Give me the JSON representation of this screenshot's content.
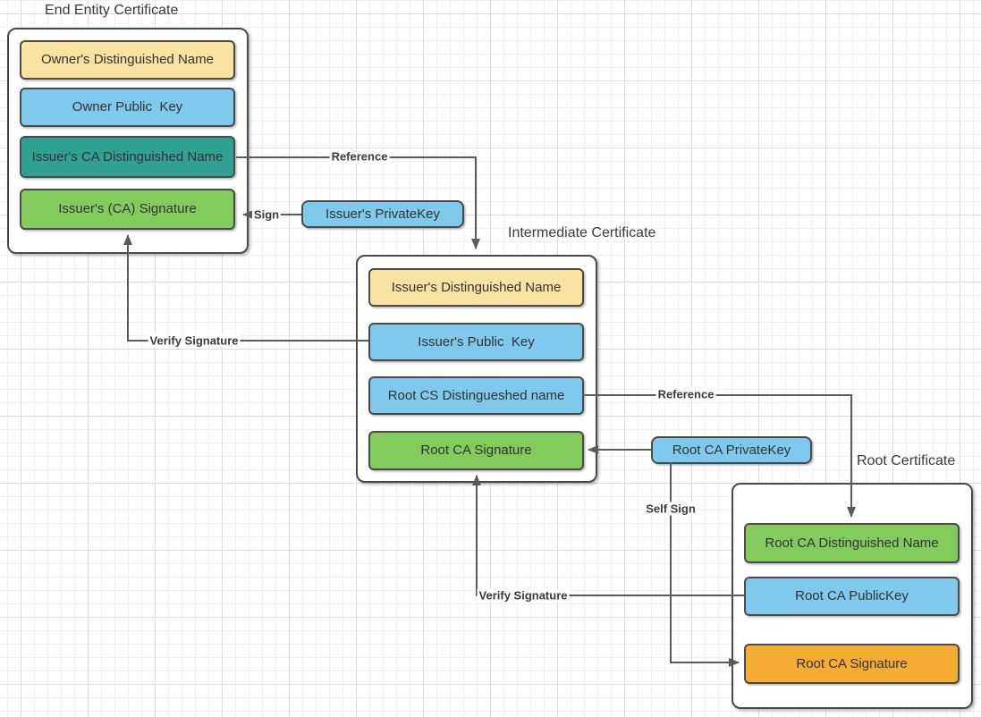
{
  "certificates": [
    {
      "title": "End Entity Certificate",
      "fields": [
        {
          "label": "Owner's Distinguished Name",
          "color": "#fae3a0"
        },
        {
          "label": "Owner Public  Key",
          "color": "#7fc9ec"
        },
        {
          "label": "Issuer's CA Distinguished Name",
          "color": "#30a191"
        },
        {
          "label": "Issuer's (CA) Signature",
          "color": "#84cb5e"
        }
      ]
    },
    {
      "title": "Intermediate Certificate",
      "fields": [
        {
          "label": "Issuer's Distinguished Name",
          "color": "#fae3a0"
        },
        {
          "label": "Issuer's Public  Key",
          "color": "#7fc9ec"
        },
        {
          "label": "Root CS Distingueshed name",
          "color": "#7fc9ec"
        },
        {
          "label": "Root CA Signature",
          "color": "#84cb5e"
        }
      ]
    },
    {
      "title": "Root Certificate",
      "fields": [
        {
          "label": "Root CA Distinguished Name",
          "color": "#84cb5e"
        },
        {
          "label": "Root CA PublicKey",
          "color": "#7fc9ec"
        },
        {
          "label": "Root CA Signature",
          "color": "#f6ac32"
        }
      ]
    }
  ],
  "keys": [
    {
      "label": "Issuer's PrivateKey",
      "color": "#7fc9ec"
    },
    {
      "label": "Root CA PrivateKey",
      "color": "#7fc9ec"
    }
  ],
  "edges": [
    {
      "label": "Reference",
      "from": "issuers-ca-distinguished-name",
      "to": "intermediate-certificate"
    },
    {
      "label": "Sign",
      "from": "issuers-privatekey",
      "to": "issuers-ca-signature"
    },
    {
      "label": "Verify Signature",
      "from": "issuers-public-key",
      "to": "issuers-ca-signature"
    },
    {
      "label": "Reference",
      "from": "root-cs-distingueshed-name",
      "to": "root-ca-distinguished-name"
    },
    {
      "label": "",
      "from": "root-ca-privatekey",
      "to": "root-ca-signature-intermediate"
    },
    {
      "label": "Self Sign",
      "from": "root-ca-privatekey",
      "to": "root-ca-signature-root"
    },
    {
      "label": "Verify Signature",
      "from": "root-ca-publickey",
      "to": "root-ca-signature-intermediate"
    }
  ],
  "palette": {
    "yellow": "#fae3a0",
    "blue": "#7fc9ec",
    "teal": "#30a191",
    "green": "#84cb5e",
    "orange": "#f6ac32",
    "line": "#5b5b5b",
    "shape_border": "#4a4a4a",
    "text": "#333333"
  }
}
